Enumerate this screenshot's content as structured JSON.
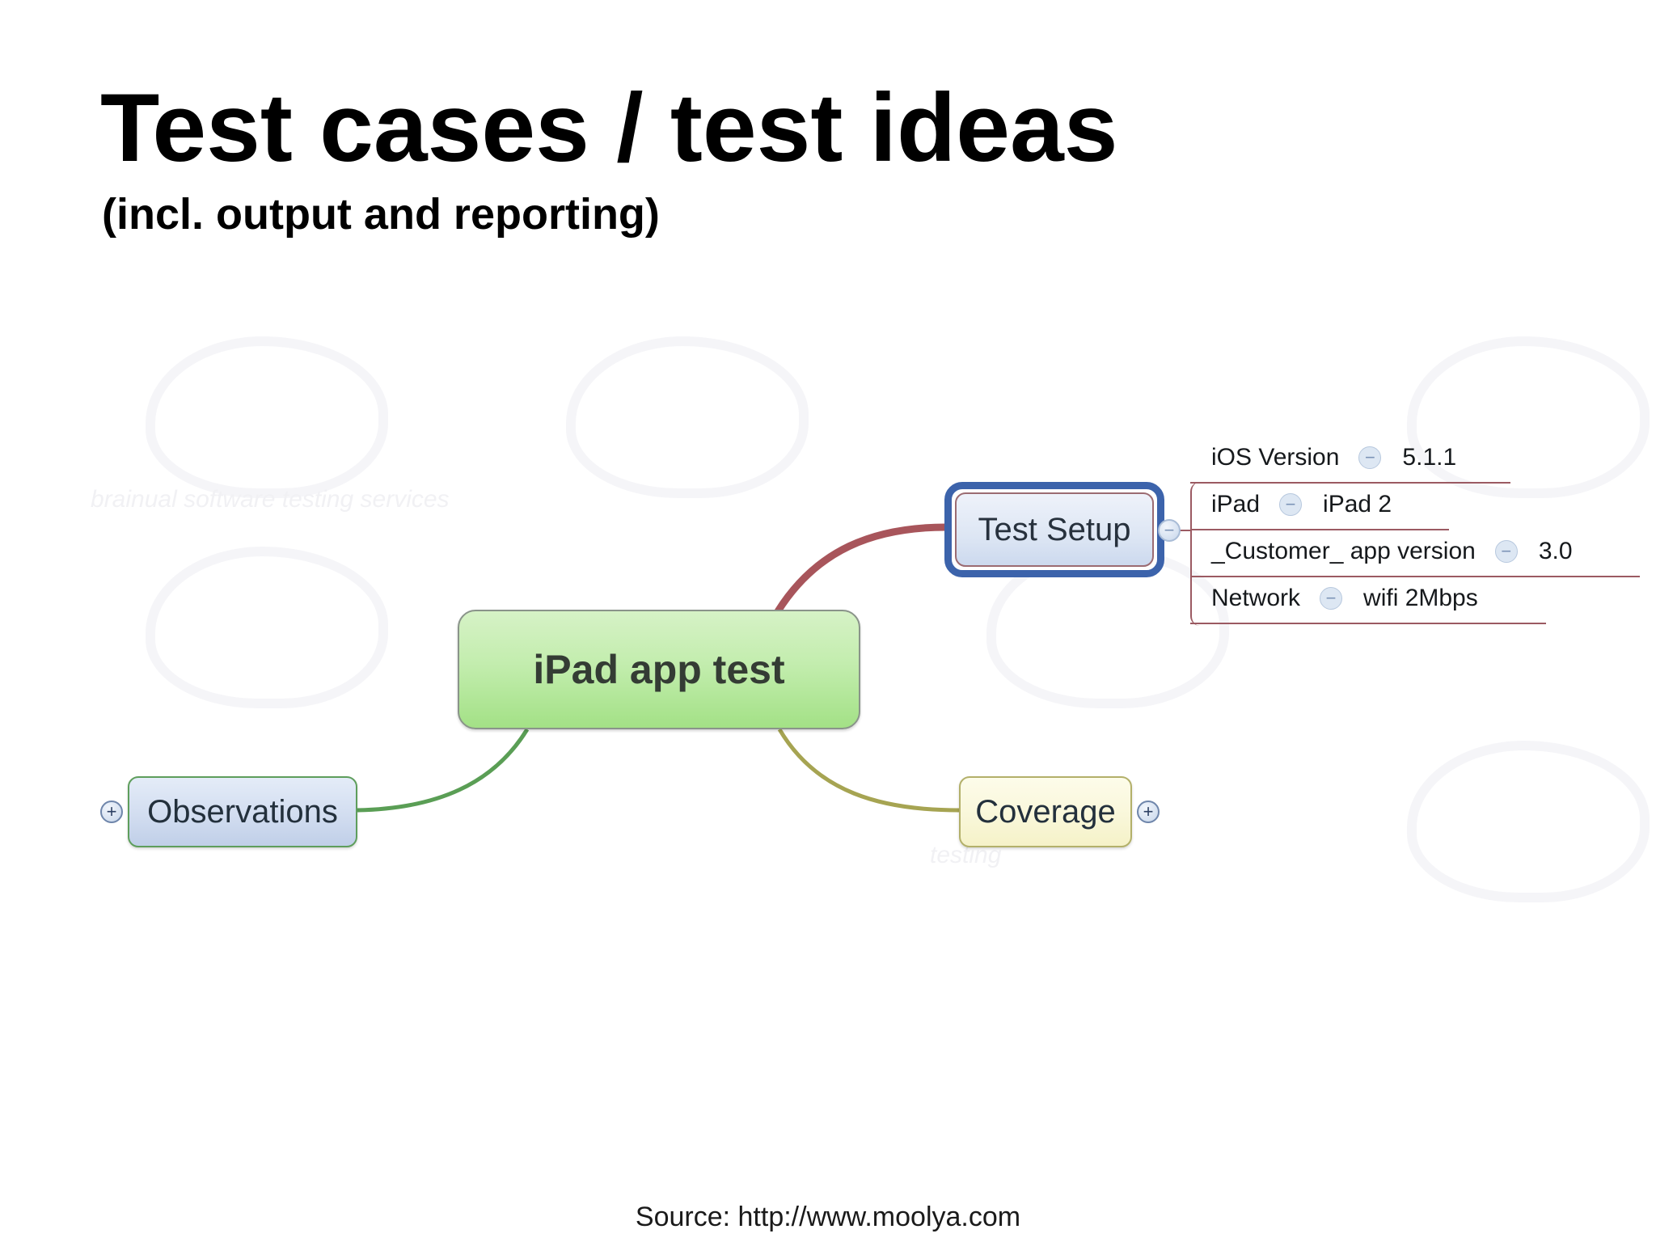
{
  "slide": {
    "title": "Test cases / test ideas",
    "subtitle": "(incl. output and reporting)",
    "source": "Source: http://www.moolya.com"
  },
  "mindmap": {
    "watermark_text": "brainual software testing services",
    "watermark_logo_text": "testing",
    "central_node": {
      "label": "iPad app test",
      "fill_color": "#b8ea9c",
      "border_color": "#8f9a8f"
    },
    "branches": [
      {
        "label": "Test Setup",
        "selected": true,
        "connector_color": "#9e4b51",
        "fill_color": "#dde6f4",
        "selection_border_color": "#3c63ab",
        "toggle_icon": "minus-icon",
        "toggle_symbol": "−",
        "children": [
          {
            "name": "iOS Version",
            "toggle_symbol": "−",
            "value": "5.1.1"
          },
          {
            "name": "iPad",
            "toggle_symbol": "−",
            "value": "iPad 2"
          },
          {
            "name": "_Customer_ app version",
            "toggle_symbol": "−",
            "value": "3.0"
          },
          {
            "name": "Network",
            "toggle_symbol": "−",
            "value": "wifi 2Mbps"
          }
        ]
      },
      {
        "label": "Observations",
        "selected": false,
        "connector_color": "#5a9e55",
        "fill_color": "#d2ddf0",
        "border_color": "#5e9e5c",
        "toggle_icon": "plus-icon",
        "toggle_symbol": "+",
        "collapsed": true
      },
      {
        "label": "Coverage",
        "selected": false,
        "connector_color": "#9c9a52",
        "fill_color": "#f8f6d8",
        "border_color": "#9c9a52",
        "toggle_icon": "plus-icon",
        "toggle_symbol": "+",
        "collapsed": true
      }
    ]
  }
}
